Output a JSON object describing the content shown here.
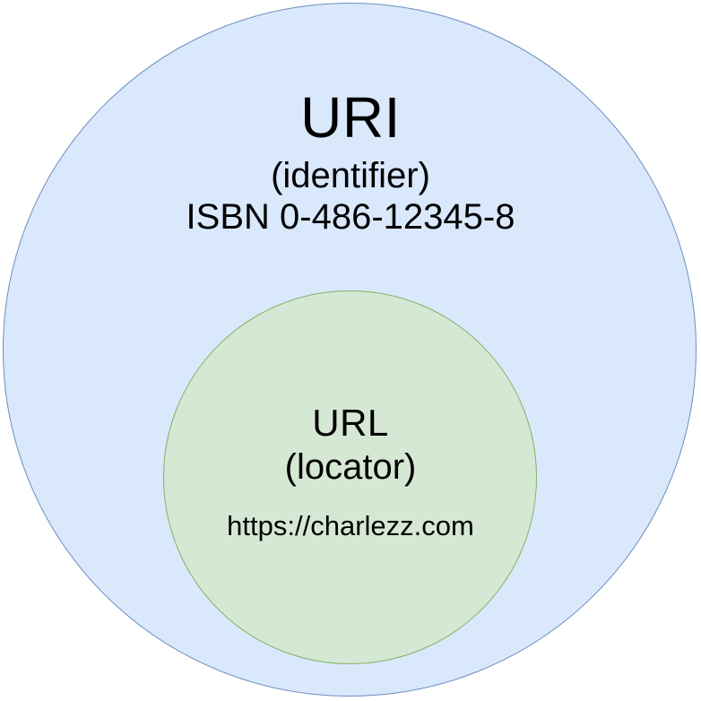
{
  "diagram": {
    "type": "venn-nested-set",
    "background_color": "#ffffff",
    "outer_set": {
      "name": "URI",
      "title": "URI",
      "subtitle": "(identifier)",
      "detail": "ISBN 0-486-12345-8",
      "fill_color": "#dae8fc",
      "stroke_color": "#6c8ebf"
    },
    "inner_set": {
      "name": "URL",
      "title": "URL",
      "subtitle": "(locator)",
      "detail": "https://charlezz.com",
      "fill_color": "#d5e8d4",
      "stroke_color": "#82b366"
    }
  }
}
